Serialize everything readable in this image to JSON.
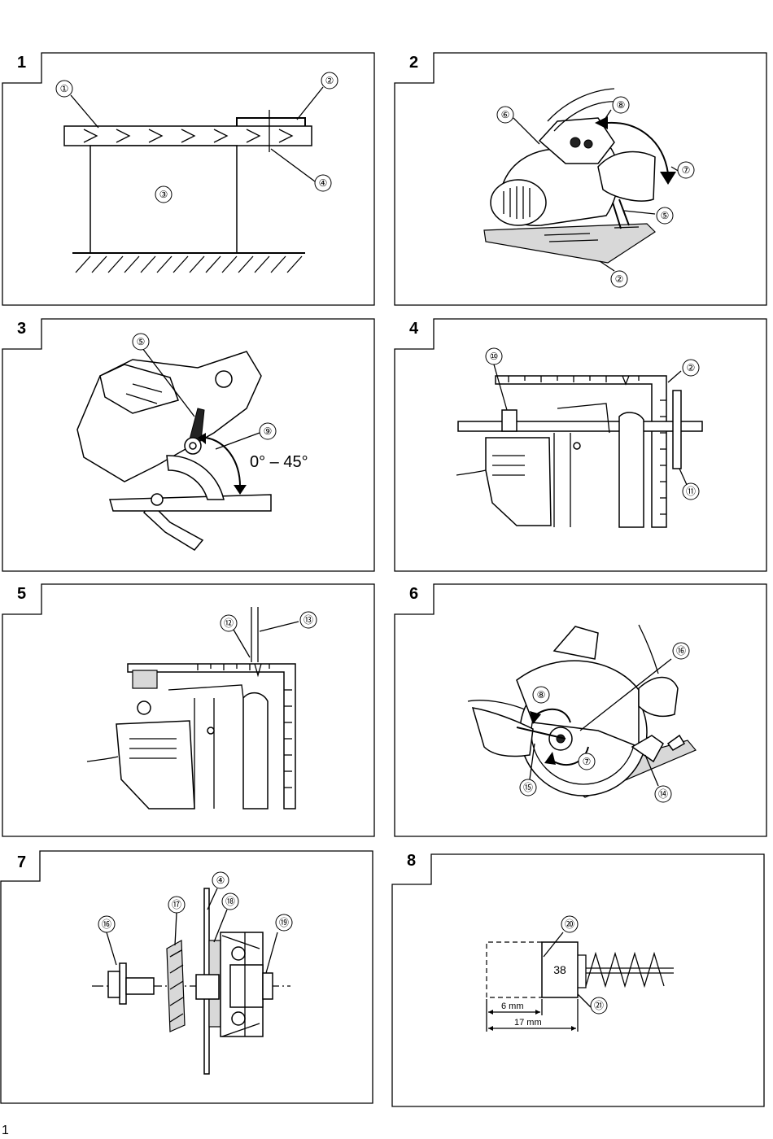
{
  "page": {
    "number": "1"
  },
  "panels": [
    {
      "number": "1",
      "callouts": [
        "①",
        "②",
        "③",
        "④"
      ]
    },
    {
      "number": "2",
      "callouts": [
        "⑥",
        "⑧",
        "⑦",
        "⑤",
        "②"
      ]
    },
    {
      "number": "3",
      "callouts": [
        "⑤",
        "⑨"
      ],
      "angle_text": "0° – 45°"
    },
    {
      "number": "4",
      "callouts": [
        "⑩",
        "②",
        "⑪"
      ]
    },
    {
      "number": "5",
      "callouts": [
        "⑫",
        "⑬"
      ]
    },
    {
      "number": "6",
      "callouts": [
        "⑯",
        "⑧",
        "⑦",
        "⑮",
        "⑭"
      ]
    },
    {
      "number": "7",
      "callouts": [
        "④",
        "⑰",
        "⑱",
        "⑯",
        "⑲"
      ]
    },
    {
      "number": "8",
      "callouts": [
        "⑳",
        "㉑"
      ],
      "label_38": "38",
      "dim_6": "6 mm",
      "dim_17": "17 mm"
    }
  ]
}
